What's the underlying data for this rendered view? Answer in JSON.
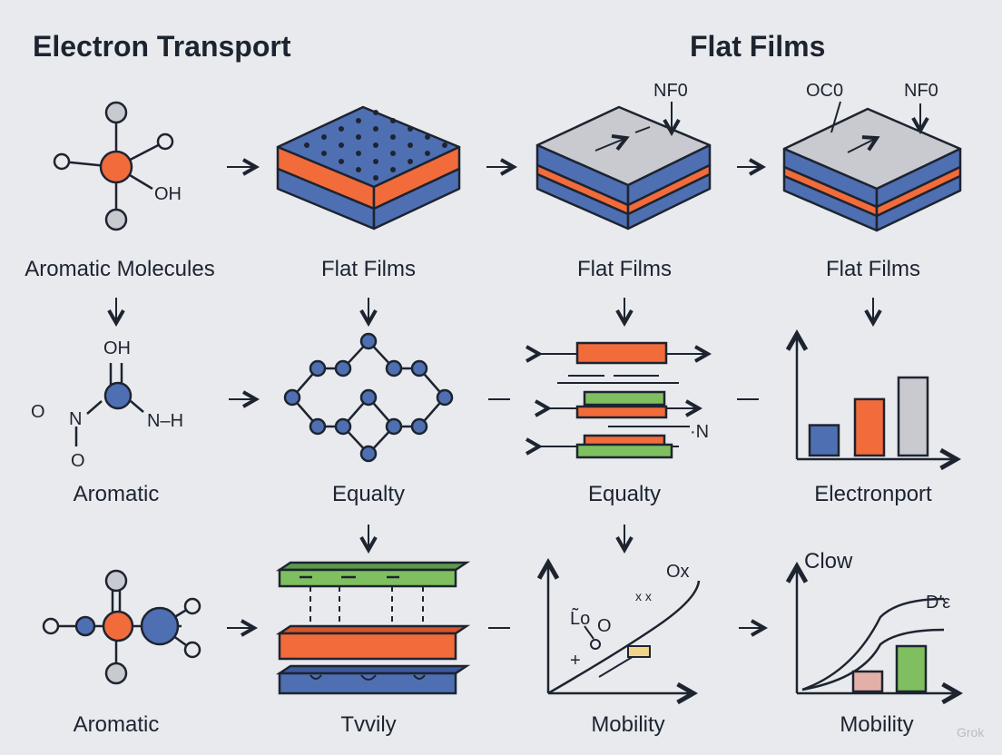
{
  "header": {
    "left_title": "Electron Transport",
    "right_title": "Flat Films"
  },
  "colors": {
    "orange": "#f26b3a",
    "blue": "#4f6fb3",
    "green": "#7fbf5f",
    "gray": "#c8cacf",
    "line": "#1d2430",
    "background": "#e8eaee",
    "pink": "#e3b0a8"
  },
  "row1": {
    "labels": [
      "Aromatic Molecules",
      "Flat Films",
      "Flat Films",
      "Flat Films"
    ],
    "oh": "OH",
    "nf0_a": "NF0",
    "oc0": "OC0",
    "nf0_b": "NF0"
  },
  "row2": {
    "labels": [
      "Aromatic",
      "Equalty",
      "Equalty",
      "Electronport"
    ],
    "mol_oh": "OH",
    "mol_n": "N",
    "mol_nh": "N–H",
    "mol_o_left": "O",
    "mol_o_bottom": "O",
    "stack_n": "·N",
    "bars": [
      {
        "value": 0.28,
        "color": "blue"
      },
      {
        "value": 0.52,
        "color": "orange"
      },
      {
        "value": 0.72,
        "color": "gray"
      }
    ]
  },
  "row3": {
    "labels": [
      "Aromatic",
      "Tvvily",
      "Mobility",
      "Mobility"
    ],
    "plot_a": {
      "ox": "Ox",
      "xx": "x x",
      "lo": "L̃o",
      "o": "O",
      "plus": "+"
    },
    "plot_b": {
      "clow": "Clow",
      "d": "D′ε"
    },
    "bars": [
      {
        "value": 0.22,
        "color": "pink"
      },
      {
        "value": 0.5,
        "color": "green"
      }
    ]
  },
  "watermark": "Grok"
}
